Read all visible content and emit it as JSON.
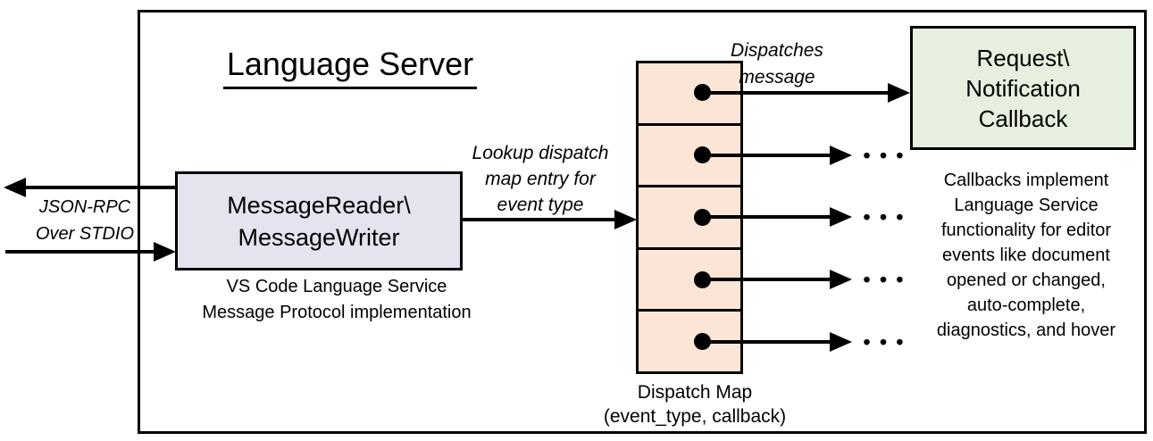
{
  "diagram": {
    "title": "Language Server",
    "io": {
      "label_line1": "JSON-RPC",
      "label_line2": "Over STDIO"
    },
    "message_box": {
      "line1": "MessageReader\\",
      "line2": "MessageWriter",
      "caption_line1": "VS Code Language Service",
      "caption_line2": "Message Protocol implementation"
    },
    "lookup_label": {
      "line1": "Lookup dispatch",
      "line2": "map entry for",
      "line3": "event type"
    },
    "dispatches_label": {
      "line1": "Dispatches",
      "line2": "message"
    },
    "dispatch_map": {
      "cell_count": 5,
      "caption_line1": "Dispatch Map",
      "caption_line2": "(event_type, callback)"
    },
    "callback_box": {
      "line1": "Request\\",
      "line2": "Notification",
      "line3": "Callback"
    },
    "callback_note": {
      "lines": [
        "Callbacks implement",
        "Language Service",
        "functionality for editor",
        "events like document",
        "opened or changed,",
        "auto-complete,",
        "diagnostics, and hover"
      ]
    },
    "ellipsis": "• • •",
    "colors": {
      "dispatch_map_fill": "#FBE5D6",
      "callback_box_fill": "#E7EFDE",
      "message_box_fill": "#E4E3EE",
      "line_color": "#000000"
    }
  }
}
